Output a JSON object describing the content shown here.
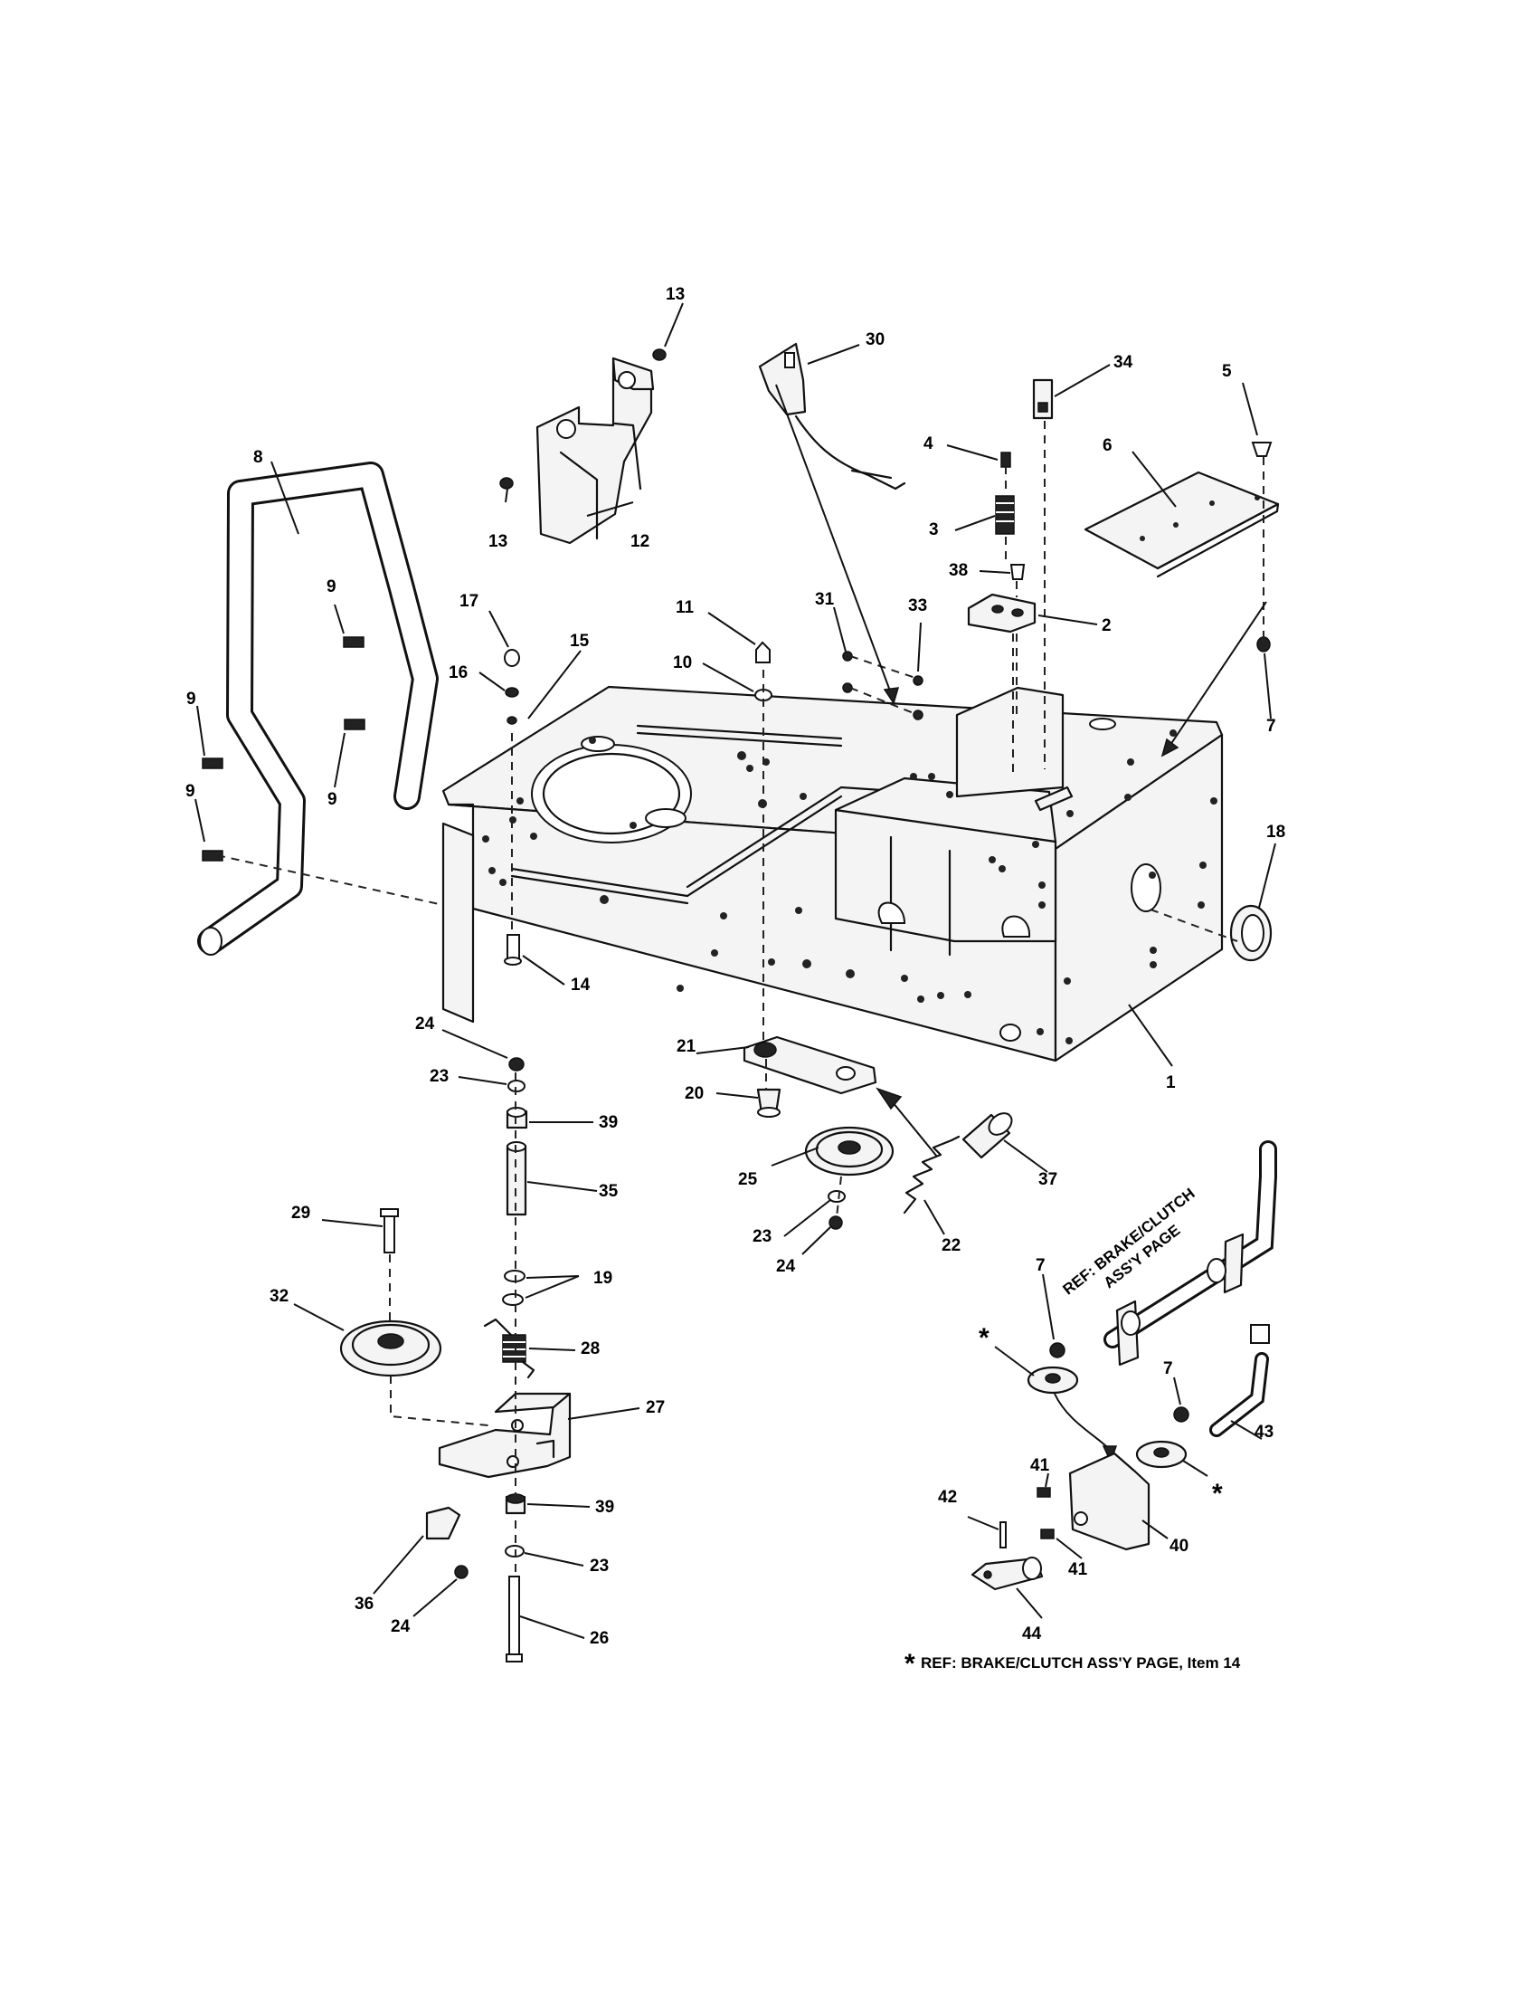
{
  "callouts": [
    {
      "id": "c1",
      "text": "1"
    },
    {
      "id": "c2",
      "text": "2"
    },
    {
      "id": "c3",
      "text": "3"
    },
    {
      "id": "c4",
      "text": "4"
    },
    {
      "id": "c5",
      "text": "5"
    },
    {
      "id": "c6",
      "text": "6"
    },
    {
      "id": "c7a",
      "text": "7"
    },
    {
      "id": "c7b",
      "text": "7"
    },
    {
      "id": "c7c",
      "text": "7"
    },
    {
      "id": "c8",
      "text": "8"
    },
    {
      "id": "c9a",
      "text": "9"
    },
    {
      "id": "c9b",
      "text": "9"
    },
    {
      "id": "c9c",
      "text": "9"
    },
    {
      "id": "c9d",
      "text": "9"
    },
    {
      "id": "c10",
      "text": "10"
    },
    {
      "id": "c11",
      "text": "11"
    },
    {
      "id": "c12",
      "text": "12"
    },
    {
      "id": "c13a",
      "text": "13"
    },
    {
      "id": "c13b",
      "text": "13"
    },
    {
      "id": "c14",
      "text": "14"
    },
    {
      "id": "c15",
      "text": "15"
    },
    {
      "id": "c16",
      "text": "16"
    },
    {
      "id": "c17",
      "text": "17"
    },
    {
      "id": "c18",
      "text": "18"
    },
    {
      "id": "c19",
      "text": "19"
    },
    {
      "id": "c20",
      "text": "20"
    },
    {
      "id": "c21",
      "text": "21"
    },
    {
      "id": "c22",
      "text": "22"
    },
    {
      "id": "c23a",
      "text": "23"
    },
    {
      "id": "c23b",
      "text": "23"
    },
    {
      "id": "c23c",
      "text": "23"
    },
    {
      "id": "c24a",
      "text": "24"
    },
    {
      "id": "c24b",
      "text": "24"
    },
    {
      "id": "c24c",
      "text": "24"
    },
    {
      "id": "c25",
      "text": "25"
    },
    {
      "id": "c26",
      "text": "26"
    },
    {
      "id": "c27",
      "text": "27"
    },
    {
      "id": "c28",
      "text": "28"
    },
    {
      "id": "c29",
      "text": "29"
    },
    {
      "id": "c30",
      "text": "30"
    },
    {
      "id": "c31",
      "text": "31"
    },
    {
      "id": "c32",
      "text": "32"
    },
    {
      "id": "c33",
      "text": "33"
    },
    {
      "id": "c34",
      "text": "34"
    },
    {
      "id": "c35",
      "text": "35"
    },
    {
      "id": "c36",
      "text": "36"
    },
    {
      "id": "c37",
      "text": "37"
    },
    {
      "id": "c38",
      "text": "38"
    },
    {
      "id": "c39a",
      "text": "39"
    },
    {
      "id": "c39b",
      "text": "39"
    },
    {
      "id": "c40",
      "text": "40"
    },
    {
      "id": "c41a",
      "text": "41"
    },
    {
      "id": "c41b",
      "text": "41"
    },
    {
      "id": "c42",
      "text": "42"
    },
    {
      "id": "c43",
      "text": "43"
    },
    {
      "id": "c44",
      "text": "44"
    }
  ],
  "ref_note": {
    "line1": "REF: BRAKE/CLUTCH",
    "line2": "ASS'Y PAGE"
  },
  "footnote": {
    "star": "*",
    "text": "REF: BRAKE/CLUTCH ASS'Y PAGE, Item 14"
  },
  "stars": {
    "left": "*",
    "right": "*"
  }
}
